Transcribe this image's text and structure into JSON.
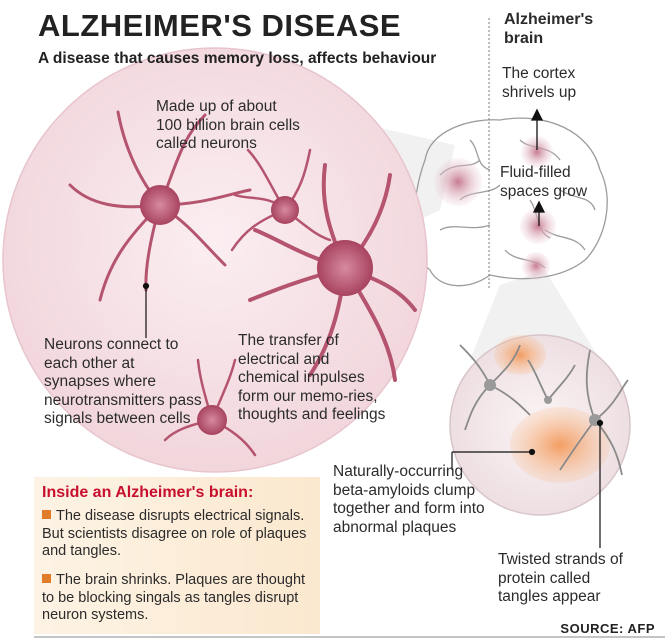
{
  "title": "ALZHEIMER'S DISEASE",
  "subtitle": "A disease that causes memory loss, affects behaviour",
  "side_panel": {
    "title": "Alzheimer's brain",
    "cortex": "The cortex shrivels up",
    "fluid": "Fluid-filled spaces grow"
  },
  "labels": {
    "neurons": "Made up of about 100 billion brain cells called neurons",
    "connect": "Neurons connect to each other at synapses where neurotransmitters pass signals between cells",
    "transfer": "The transfer of electrical and chemical impulses form our memo-ries, thoughts and feelings",
    "amyloid": "Naturally-occurring beta-amyloids clump together and form into abnormal plaques",
    "tangles": "Twisted strands of protein called tangles appear"
  },
  "inside_box": {
    "title": "Inside an Alzheimer's brain:",
    "bullet1": "The disease disrupts electrical signals. But scientists disagree on role of plaques and tangles.",
    "bullet2": "The brain shrinks. Plaques are thought to be blocking singals as tangles disrupt neuron systems."
  },
  "source": "SOURCE: AFP",
  "colors": {
    "neuron": "#b5546f",
    "circle_fill": "#f7e6ea",
    "plaque": "#f2a066",
    "accent_red": "#c8102e",
    "bullet": "#e07b2a"
  }
}
